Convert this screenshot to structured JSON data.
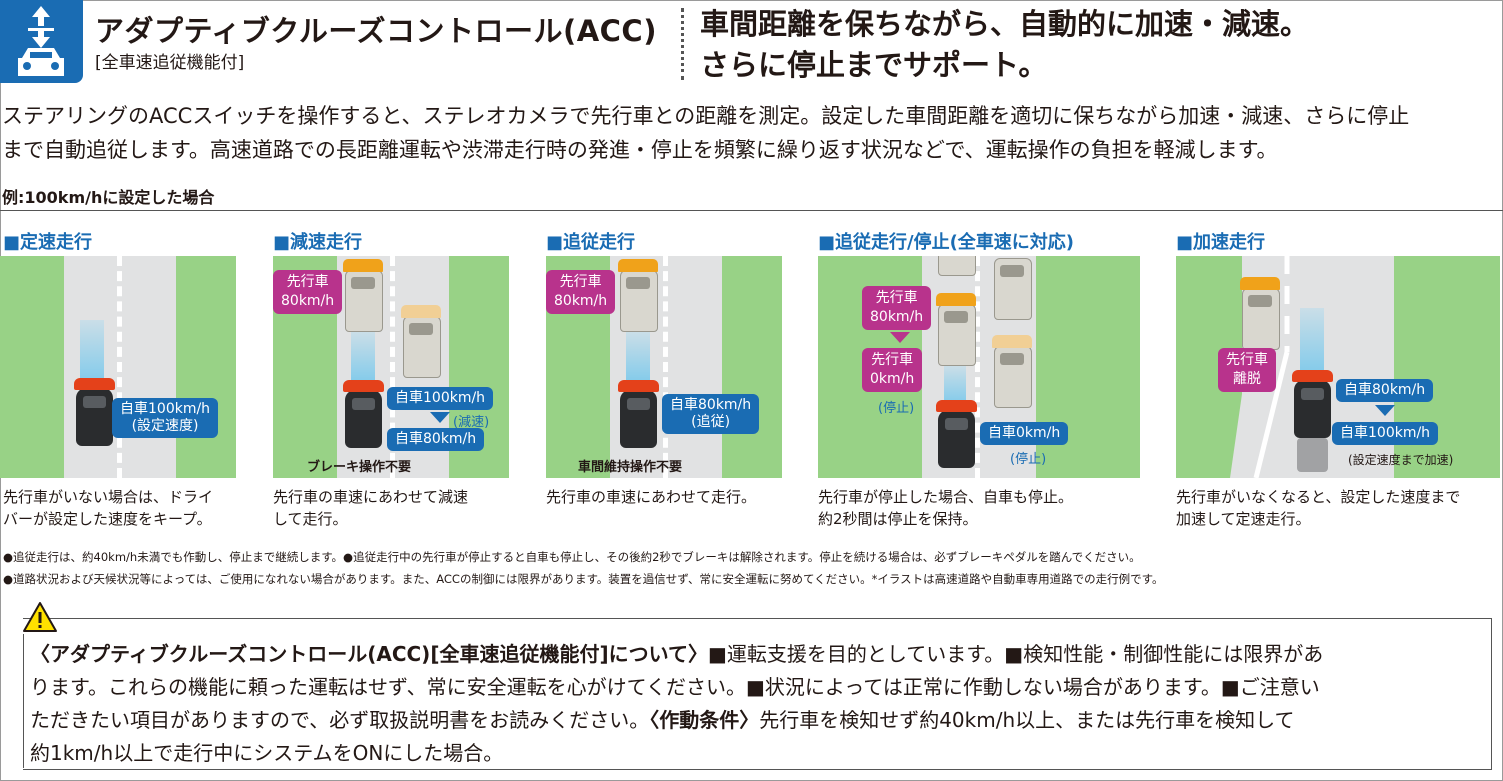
{
  "header": {
    "icon": "acc-car-distance-icon",
    "title": "アダプティブクルーズコントロール(ACC)",
    "subtitle": "[全車速追従機能付]",
    "tagline_line1": "車間距離を保ちながら、自動的に加速・減速。",
    "tagline_line2": "さらに停止までサポート。"
  },
  "intro": {
    "line1": "ステアリングのACCスイッチを操作すると、ステレオカメラで先行車との距離を測定。設定した車間距離を適切に保ちながら加速・減速、さらに停止",
    "line2": "まで自動追従します。高速道路での長距離運転や渋滞走行時の発進・停止を頻繁に繰り返す状況などで、運転操作の負担を軽減します。"
  },
  "example_label": "例:100km/hに設定した場合",
  "panels": [
    {
      "heading": "■定速走行",
      "own_tag_1": "自車100km/h",
      "own_tag_2": "(設定速度)",
      "caption_1": "先行車がいない場合は、ドライ",
      "caption_2": "バーが設定した速度をキープ。"
    },
    {
      "heading": "■減速走行",
      "lead_tag_1": "先行車",
      "lead_tag_2": "80km/h",
      "own_tag_before": "自車100km/h",
      "change_note": "(減速)",
      "own_tag_after": "自車80km/h",
      "bottom_note": "ブレーキ操作不要",
      "caption_1": "先行車の車速にあわせて減速",
      "caption_2": "して走行。"
    },
    {
      "heading": "■追従走行",
      "lead_tag_1": "先行車",
      "lead_tag_2": "80km/h",
      "own_tag_1": "自車80km/h",
      "own_tag_2": "(追従)",
      "bottom_note": "車間維持操作不要",
      "caption_1": "先行車の車速にあわせて走行。"
    },
    {
      "heading": "■追従走行/停止(全車速に対応)",
      "lead_tag_before_1": "先行車",
      "lead_tag_before_2": "80km/h",
      "lead_tag_after_1": "先行車",
      "lead_tag_after_2": "0km/h",
      "lead_status": "(停止)",
      "own_tag": "自車0km/h",
      "own_status": "(停止)",
      "caption_1": "先行車が停止した場合、自車も停止。",
      "caption_2": "約2秒間は停止を保持。"
    },
    {
      "heading": "■加速走行",
      "lead_tag_1": "先行車",
      "lead_tag_2": "離脱",
      "own_tag_before": "自車80km/h",
      "own_tag_after": "自車100km/h",
      "after_note": "(設定速度まで加速)",
      "caption_1": "先行車がいなくなると、設定した速度まで",
      "caption_2": "加速して定速走行。"
    }
  ],
  "footnotes": [
    "●追従走行は、約40km/h未満でも作動し、停止まで継続します。●追従走行中の先行車が停止すると自車も停止し、その後約2秒でブレーキは解除されます。停止を続ける場合は、必ずブレーキペダルを踏んでください。",
    "●道路状況および天候状況等によっては、ご使用になれない場合があります。また、ACCの制御には限界があります。装置を過信せず、常に安全運転に努めてください。*イラストは高速道路や自動車専用道路での走行例です。"
  ],
  "caution": {
    "icon": "warning-triangle-icon",
    "lead_bold": "〈アダプティブクルーズコントロール(ACC)[全車速追従機能付]について〉",
    "part1": "■運転支援を目的としています。■検知性能・制御性能には限界があ",
    "line2": "ります。これらの機能に頼った運転はせず、常に安全運転を心がけてください。■状況によっては正常に作動しない場合があります。■ご注意い",
    "line3a": "ただきたい項目がありますので、必ず取扱説明書をお読みください。",
    "cond_bold": "〈作動条件〉",
    "line3b": "先行車を検知せず約40km/h以上、または先行車を検知して",
    "line4": "約1km/h以上で走行中にシステムをONにした場合。"
  },
  "colors": {
    "brand_blue": "#1a6cb3",
    "magenta": "#b8338c",
    "grass": "#98d286",
    "road": "#e1e2e3"
  }
}
